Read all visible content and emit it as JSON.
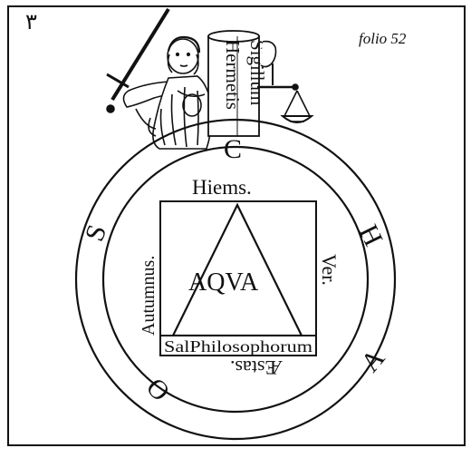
{
  "page": {
    "folio": "folio 52",
    "corner_mark": "٣"
  },
  "banner": {
    "line1": "Sigillum",
    "line2": "Hermetis"
  },
  "ring_letters": {
    "top": "C",
    "right_upper": "H",
    "right_lower": "A",
    "bottom": "O",
    "left": "S"
  },
  "seasons": {
    "top": "Hiems.",
    "right": "Ver.",
    "bottom": "Æstas.",
    "left": "Autumnus."
  },
  "center": {
    "element": "AQVA",
    "base_label": "SalPhilosophorum"
  },
  "figure": {
    "subject": "allegorical figure with sword and scales",
    "icons": [
      "sword-icon",
      "scales-icon"
    ]
  },
  "colors": {
    "ink": "#111111",
    "paper": "#ffffff"
  }
}
